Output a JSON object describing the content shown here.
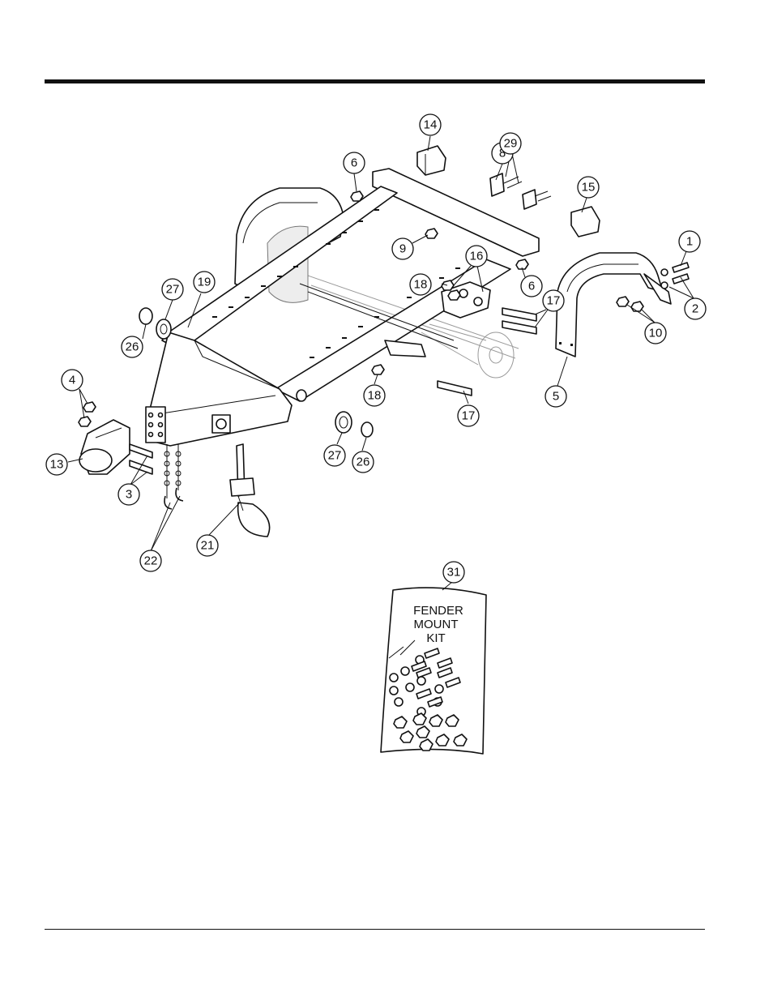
{
  "callouts": {
    "c1": "1",
    "c2": "2",
    "c3": "3",
    "c4": "4",
    "c5": "5",
    "c6a": "6",
    "c6b": "6",
    "c8": "8",
    "c9": "9",
    "c10": "10",
    "c13": "13",
    "c14": "14",
    "c15": "15",
    "c16": "16",
    "c17a": "17",
    "c17b": "17",
    "c18a": "18",
    "c18b": "18",
    "c19": "19",
    "c21": "21",
    "c22": "22",
    "c26a": "26",
    "c26b": "26",
    "c27a": "27",
    "c27b": "27",
    "c29": "29",
    "c31": "31"
  },
  "kit": {
    "line1": "FENDER",
    "line2": "MOUNT",
    "line3": "KIT"
  },
  "colors": {
    "ink": "#111111",
    "ghost": "#999999",
    "background": "#ffffff"
  }
}
